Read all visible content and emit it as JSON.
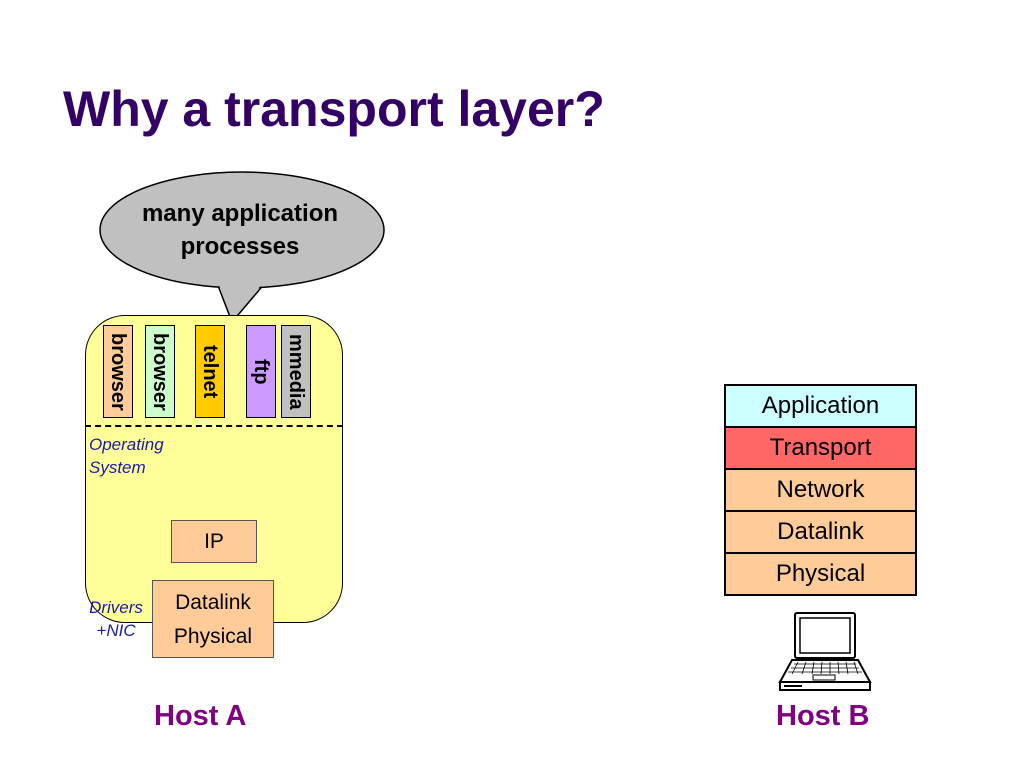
{
  "title": "Why a transport layer?",
  "bubble": {
    "line1": "many application",
    "line2": "processes"
  },
  "host_a": {
    "label": "Host A",
    "processes": [
      {
        "label": "browser",
        "color": "#ffcc99"
      },
      {
        "label": "browser",
        "color": "#ccffcc"
      },
      {
        "label": "telnet",
        "color": "#ffcc00"
      },
      {
        "label": "ftp",
        "color": "#cc99ff"
      },
      {
        "label": "mmedia",
        "color": "#c0c0c0"
      }
    ],
    "os_label_1": "Operating",
    "os_label_2": "System",
    "ip": "IP",
    "drivers_label_1": "Drivers",
    "drivers_label_2": "+NIC",
    "datalink": "Datalink",
    "physical": "Physical"
  },
  "host_b": {
    "label": "Host B",
    "layers": [
      {
        "label": "Application",
        "color": "#ccffff"
      },
      {
        "label": "Transport",
        "color": "#ff6666"
      },
      {
        "label": "Network",
        "color": "#ffcc99"
      },
      {
        "label": "Datalink",
        "color": "#ffcc99"
      },
      {
        "label": "Physical",
        "color": "#ffcc99"
      }
    ],
    "icon": "laptop-icon"
  },
  "colors": {
    "title": "#330066",
    "host_label": "#800080",
    "host_box": "#ffff99",
    "bubble": "#c0c0c0",
    "italic_label": "#1a1aa8"
  }
}
